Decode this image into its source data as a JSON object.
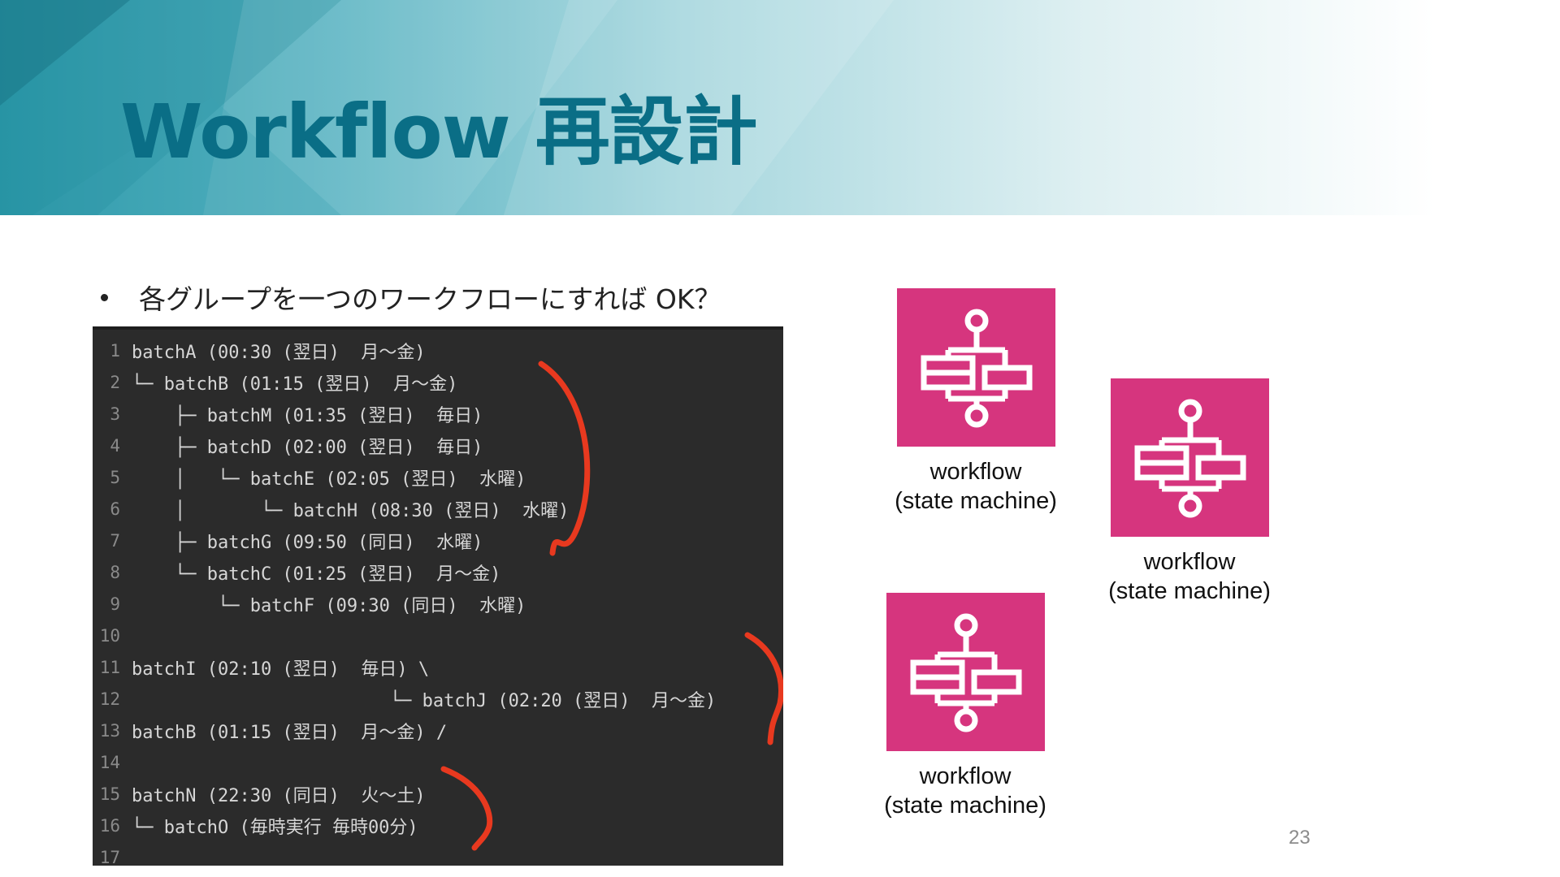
{
  "slide": {
    "title": "Workflow 再設計",
    "bullet": "各グループを一つのワークフローにすれば OK？",
    "page_number": "23"
  },
  "code": {
    "lines": [
      {
        "num": "1",
        "text": "batchA (00:30 (翌日)  月〜金)"
      },
      {
        "num": "2",
        "text": "└─ batchB (01:15 (翌日)  月〜金)"
      },
      {
        "num": "3",
        "text": "    ├─ batchM (01:35 (翌日)  毎日)"
      },
      {
        "num": "4",
        "text": "    ├─ batchD (02:00 (翌日)  毎日)"
      },
      {
        "num": "5",
        "text": "    │   └─ batchE (02:05 (翌日)  水曜)"
      },
      {
        "num": "6",
        "text": "    │       └─ batchH (08:30 (翌日)  水曜)"
      },
      {
        "num": "7",
        "text": "    ├─ batchG (09:50 (同日)  水曜)"
      },
      {
        "num": "8",
        "text": "    └─ batchC (01:25 (翌日)  月〜金)"
      },
      {
        "num": "9",
        "text": "        └─ batchF (09:30 (同日)  水曜)"
      },
      {
        "num": "10",
        "text": ""
      },
      {
        "num": "11",
        "text": "batchI (02:10 (翌日)  毎日) \\"
      },
      {
        "num": "12",
        "text": "                        └─ batchJ (02:20 (翌日)  月〜金)"
      },
      {
        "num": "13",
        "text": "batchB (01:15 (翌日)  月〜金) /"
      },
      {
        "num": "14",
        "text": ""
      },
      {
        "num": "15",
        "text": "batchN (22:30 (同日)  火〜土)"
      },
      {
        "num": "16",
        "text": "└─ batchO (毎時実行 毎時00分)"
      },
      {
        "num": "17",
        "text": ""
      }
    ]
  },
  "workflows": [
    {
      "label_line1": "workflow",
      "label_line2": "(state machine)",
      "icon": "step-functions-state-machine-icon"
    },
    {
      "label_line1": "workflow",
      "label_line2": "(state machine)",
      "icon": "step-functions-state-machine-icon"
    },
    {
      "label_line1": "workflow",
      "label_line2": "(state machine)",
      "icon": "step-functions-state-machine-icon"
    }
  ],
  "colors": {
    "title": "#0a6e86",
    "icon_bg": "#d6357e",
    "annotation": "#e8391f",
    "code_bg": "#2b2b2b"
  }
}
